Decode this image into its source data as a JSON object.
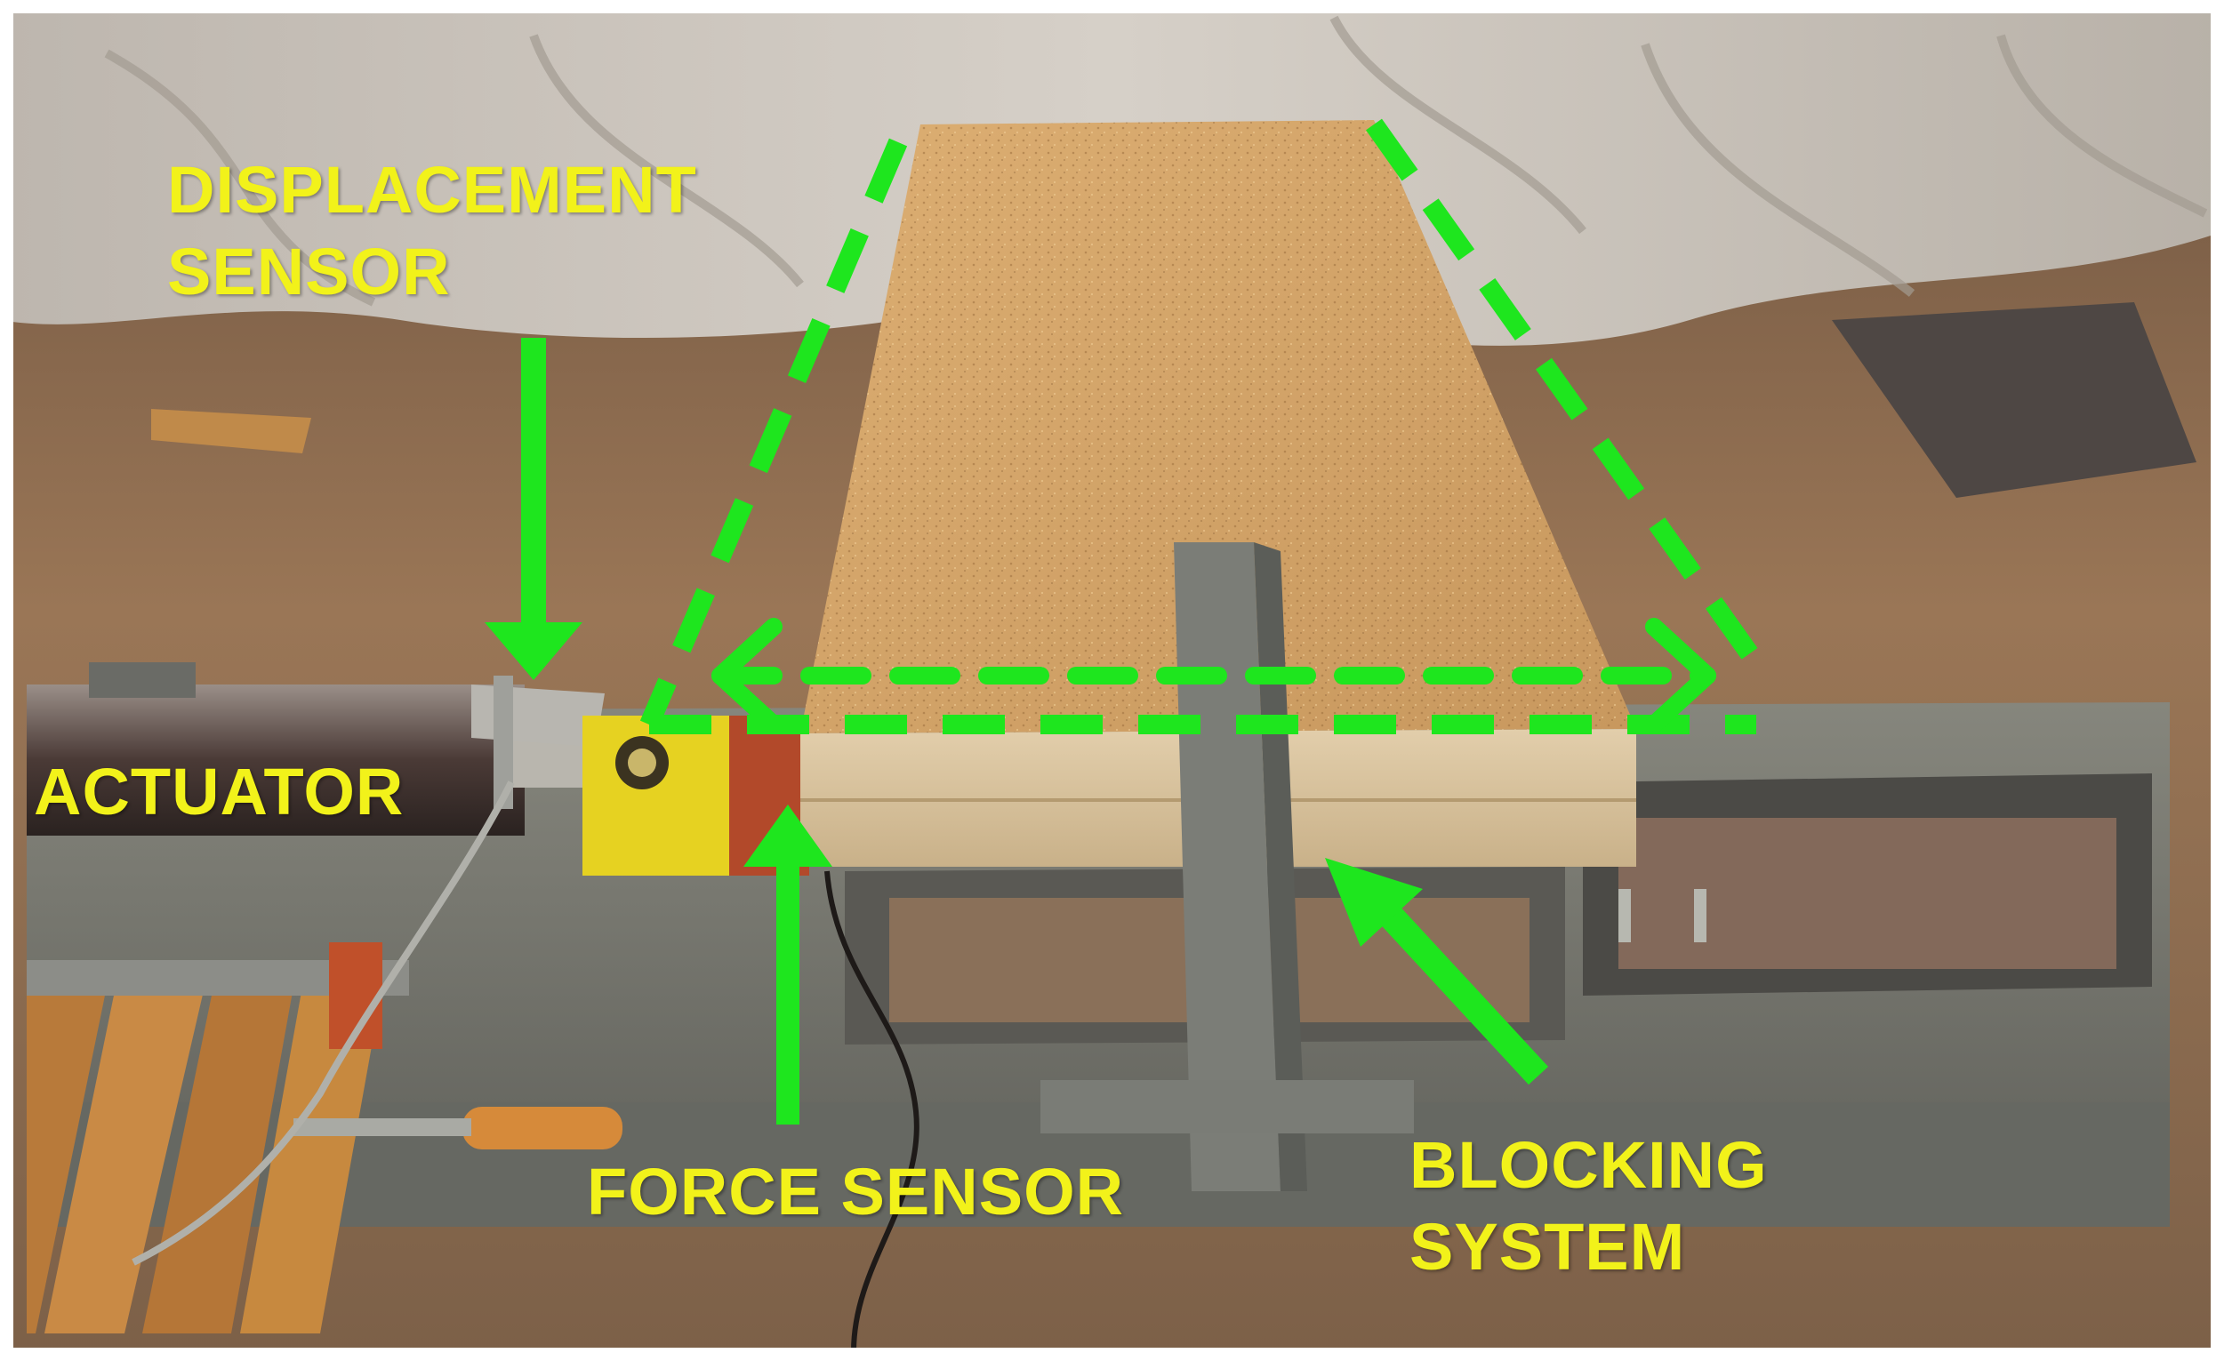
{
  "labels": {
    "displacement_sensor": [
      "DISPLACEMENT",
      "SENSOR"
    ],
    "actuator": "ACTUATOR",
    "force_sensor": "FORCE SENSOR",
    "blocking_system": [
      "BLOCKING",
      "SYSTEM"
    ]
  },
  "colors": {
    "annotation_green": "#1ee61e",
    "label_yellow": "#f2f21a",
    "floor": "#8a6a4a",
    "board_top": "#d2a56a",
    "board_edge": "#d8c29a",
    "frame_gray": "#6f706d",
    "yellow_block": "#e8d21e",
    "red_block": "#b24a26",
    "tarp": "#cfc9c2"
  }
}
